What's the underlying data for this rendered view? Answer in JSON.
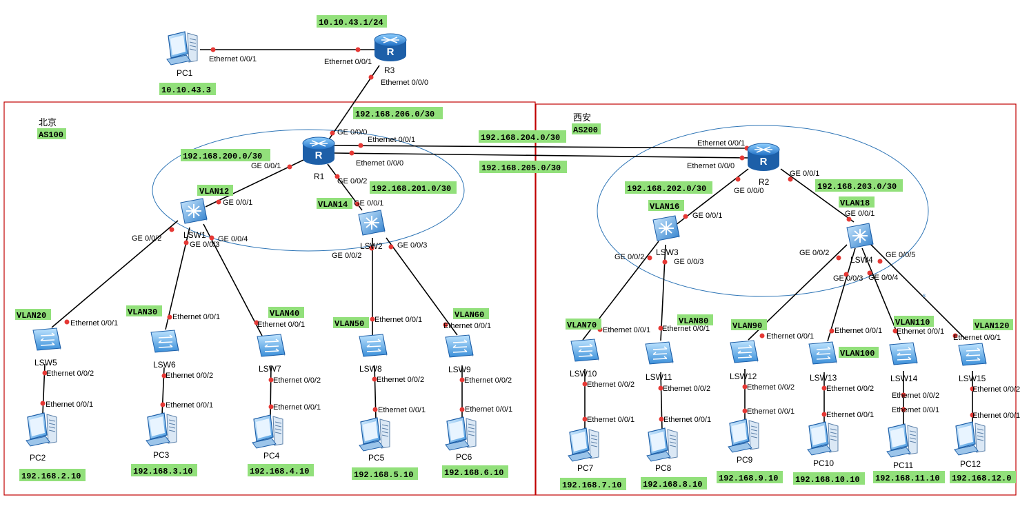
{
  "colors": {
    "tag_bg": "#92e07b",
    "region_border": "#c00000",
    "ellipse": "#2e75b6",
    "link": "#000000",
    "port_dot": "#e53935"
  },
  "regions": {
    "beijing": {
      "city": "北京",
      "as": "AS100"
    },
    "xian": {
      "city": "西安",
      "as": "AS200"
    }
  },
  "tags": {
    "r3_lan": "10.10.43.1/24",
    "pc1_ip": "10.10.43.3",
    "net206": "192.168.206.0/30",
    "net200": "192.168.200.0/30",
    "net201": "192.168.201.0/30",
    "net204": "192.168.204.0/30",
    "net205": "192.168.205.0/30",
    "net202": "192.168.202.0/30",
    "net203": "192.168.203.0/30",
    "vlan12": "VLAN12",
    "vlan14": "VLAN14",
    "vlan16": "VLAN16",
    "vlan18": "VLAN18",
    "vlan20": "VLAN20",
    "vlan30": "VLAN30",
    "vlan40": "VLAN40",
    "vlan50": "VLAN50",
    "vlan60": "VLAN60",
    "vlan70": "VLAN70",
    "vlan80": "VLAN80",
    "vlan90": "VLAN90",
    "vlan100": "VLAN100",
    "vlan110": "VLAN110",
    "vlan120": "VLAN120",
    "pc2_ip": "192.168.2.10",
    "pc3_ip": "192.168.3.10",
    "pc4_ip": "192.168.4.10",
    "pc5_ip": "192.168.5.10",
    "pc6_ip": "192.168.6.10",
    "pc7_ip": "192.168.7.10",
    "pc8_ip": "192.168.8.10",
    "pc9_ip": "192.168.9.10",
    "pc10_ip": "192.168.10.10",
    "pc11_ip": "192.168.11.10",
    "pc12_ip": "192.168.12.0"
  },
  "devices": {
    "r1": "R1",
    "r2": "R2",
    "r3": "R3",
    "lsw1": "LSW1",
    "lsw2": "LSW2",
    "lsw3": "LSW3",
    "lsw4": "LSW4",
    "lsw5": "LSW5",
    "lsw6": "LSW6",
    "lsw7": "LSW7",
    "lsw8": "LSW8",
    "lsw9": "LSW9",
    "lsw10": "LSW10",
    "lsw11": "LSW11",
    "lsw12": "LSW12",
    "lsw13": "LSW13",
    "lsw14": "LSW14",
    "lsw15": "LSW15",
    "pc1": "PC1",
    "pc2": "PC2",
    "pc3": "PC3",
    "pc4": "PC4",
    "pc5": "PC5",
    "pc6": "PC6",
    "pc7": "PC7",
    "pc8": "PC8",
    "pc9": "PC9",
    "pc10": "PC10",
    "pc11": "PC11",
    "pc12": "PC12"
  },
  "ports": {
    "eth001": "Ethernet 0/0/1",
    "eth000": "Ethernet 0/0/0",
    "eth002": "Ethernet 0/0/2",
    "ge000": "GE 0/0/0",
    "ge001": "GE 0/0/1",
    "ge002": "GE 0/0/2",
    "ge003": "GE 0/0/3",
    "ge004": "GE 0/0/4",
    "ge005": "GE 0/0/5"
  },
  "stray_mark": "s"
}
